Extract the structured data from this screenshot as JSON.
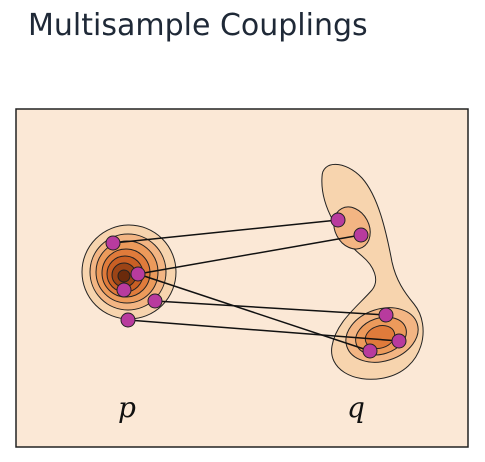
{
  "title": "Multisample Couplings",
  "labels": {
    "p": "p",
    "q": "q"
  },
  "colors": {
    "panel_bg": "#fbe8d6",
    "panel_border": "#222222",
    "contour_1": "#f7d4ae",
    "contour_2": "#f3b583",
    "contour_3": "#ec9a5b",
    "contour_4": "#e07b3b",
    "contour_5": "#c95f24",
    "contour_6": "#9c4416",
    "contour_7": "#6b2a0b",
    "sample_fill": "#b83b9e",
    "link_stroke": "#111111"
  }
}
